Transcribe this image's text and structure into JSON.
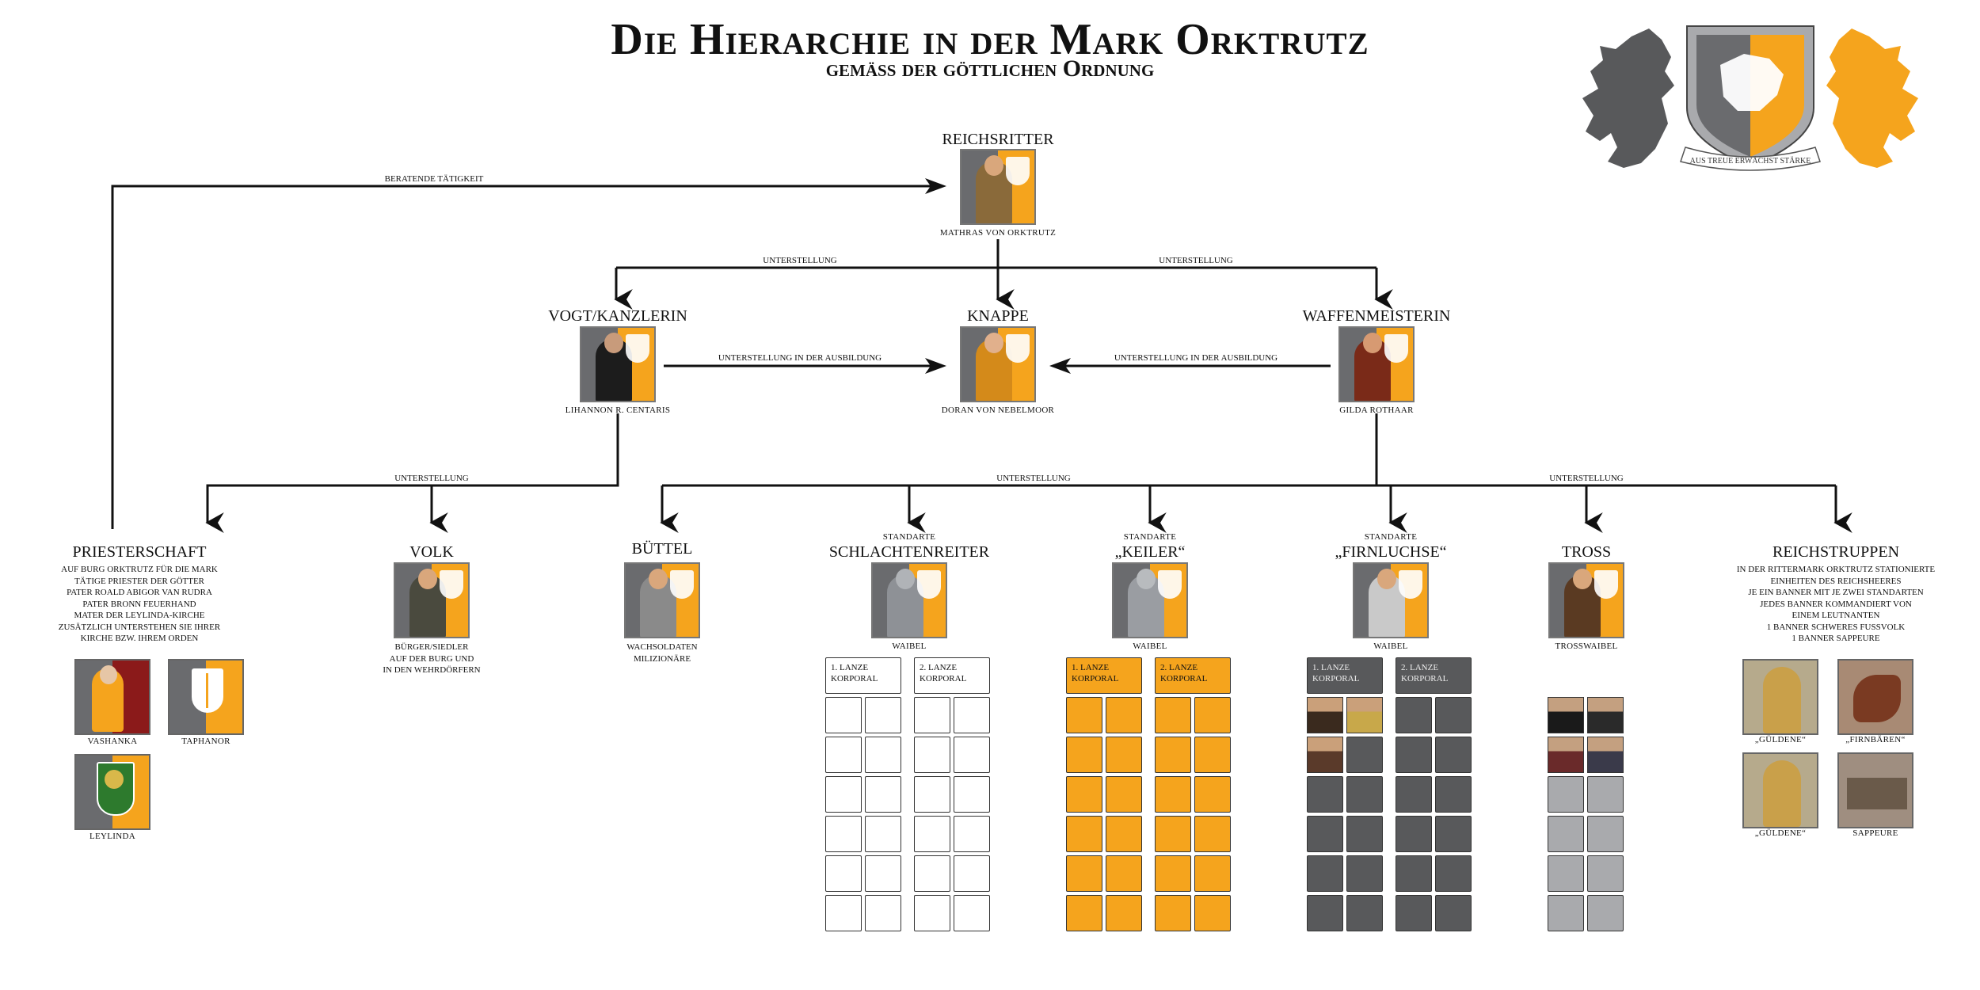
{
  "header": {
    "title": "Die Hierarchie in der Mark Orktrutz",
    "subtitle": "gemäss der göttlichen Ordnung",
    "crest_motto": "AUS TREUE ERWÄCHST STÄRKE"
  },
  "colors": {
    "orange": "#f5a41d",
    "grey": "#6a6b6e",
    "light_grey": "#a9aaad",
    "dark_grey": "#58595b"
  },
  "edges": {
    "beratend": "BERATENDE TÄTIGKEIT",
    "unterstellung": "UNTERSTELLUNG",
    "ausbildung": "UNTERSTELLUNG IN DER AUSBILDUNG"
  },
  "nodes": {
    "reichsritter": {
      "title": "REICHSRITTER",
      "name": "MATHRAS VON ORKTRUTZ"
    },
    "vogt": {
      "title": "VOGT/KANZLERIN",
      "name": "LIHANNON R. CENTARIS"
    },
    "knappe": {
      "title": "KNAPPE",
      "name": "DORAN VON NEBELMOOR"
    },
    "waffenmeisterin": {
      "title": "WAFFENMEISTERIN",
      "name": "GILDA ROTHAAR"
    }
  },
  "branches": {
    "priesterschaft": {
      "title": "PRIESTERSCHAFT",
      "lines": [
        "AUF BURG ORKTRUTZ FÜR DIE MARK",
        "TÄTIGE PRIESTER DER GÖTTER",
        "PATER ROALD ABIGOR VAN RUDRA",
        "PATER BRONN FEUERHAND",
        "MATER DER LEYLINDA-KIRCHE",
        "ZUSÄTZLICH UNTERSTEHEN SIE IHRER",
        "KIRCHE BZW. IHREM ORDEN"
      ],
      "gods": [
        "VASHANKA",
        "TAPHANOR",
        "LEYLINDA"
      ]
    },
    "volk": {
      "title": "VOLK",
      "lines": [
        "BÜRGER/SIEDLER",
        "AUF DER BURG UND",
        "IN DEN WEHRDÖRFERN"
      ]
    },
    "buettel": {
      "title": "BÜTTEL",
      "lines": [
        "WACHSOLDATEN",
        "MILIZIONÄRE"
      ]
    },
    "schlachtenreiter": {
      "pre": "STANDARTE",
      "title": "SCHLACHTENREITER",
      "caption": "WAIBEL"
    },
    "keiler": {
      "pre": "STANDARTE",
      "title": "„KEILER“",
      "caption": "WAIBEL"
    },
    "firnluchse": {
      "pre": "STANDARTE",
      "title": "„FIRNLUCHSE“",
      "caption": "WAIBEL"
    },
    "tross": {
      "title": "TROSS",
      "caption": "TROSSWAIBEL"
    },
    "reichstruppen": {
      "title": "REICHSTRUPPEN",
      "lines": [
        "IN DER RITTERMARK ORKTRUTZ STATIONIERTE",
        "EINHEITEN DES REICHSHEERES",
        "JE EIN BANNER MIT JE ZWEI STANDARTEN",
        "JEDES BANNER KOMMANDIERT VON",
        "EINEM LEUTNANTEN",
        "1 BANNER SCHWERES FUSSVOLK",
        "1 BANNER SAPPEURE"
      ],
      "units": [
        "„GÜLDENE“",
        "„FIRNBÄREN“",
        "„GÜLDENE“",
        "SAPPEURE"
      ]
    }
  },
  "lanze": {
    "lanze1": "1. LANZE",
    "lanze2": "2. LANZE",
    "korporal": "KORPORAL"
  }
}
